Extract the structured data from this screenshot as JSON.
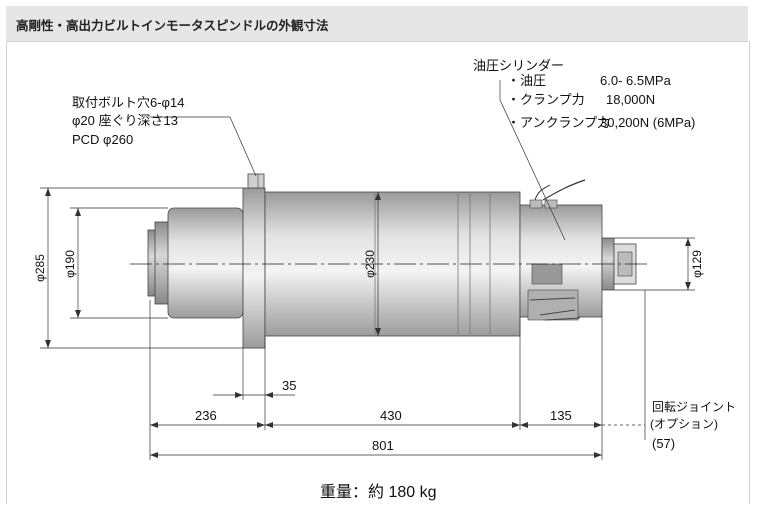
{
  "title": "高剛性・高出力ビルトインモータスピンドルの外観寸法",
  "callouts": {
    "bolt_line1": "取付ボルト穴6-φ14",
    "bolt_line2": "φ20 座ぐり深さ13",
    "bolt_line3": "PCD φ260",
    "cyl_title": "油圧シリンダー",
    "cyl_pressure_label": "・油圧",
    "cyl_pressure_value": "6.0- 6.5MPa",
    "cyl_clamp_label": "・クランプ力",
    "cyl_clamp_value": "18,000N",
    "cyl_unclamp_label": "・アンクランプ力",
    "cyl_unclamp_value": "30,200N (6MPa)",
    "joint_line1": "回転ジョイント",
    "joint_line2": "(オプション)",
    "joint_value": "(57)"
  },
  "dimensions": {
    "d285": "φ285",
    "d190": "φ190",
    "d230": "φ230",
    "d129": "φ129",
    "l35": "35",
    "l236": "236",
    "l430": "430",
    "l135": "135",
    "l801": "801"
  },
  "weight": "重量：約 180 kg"
}
